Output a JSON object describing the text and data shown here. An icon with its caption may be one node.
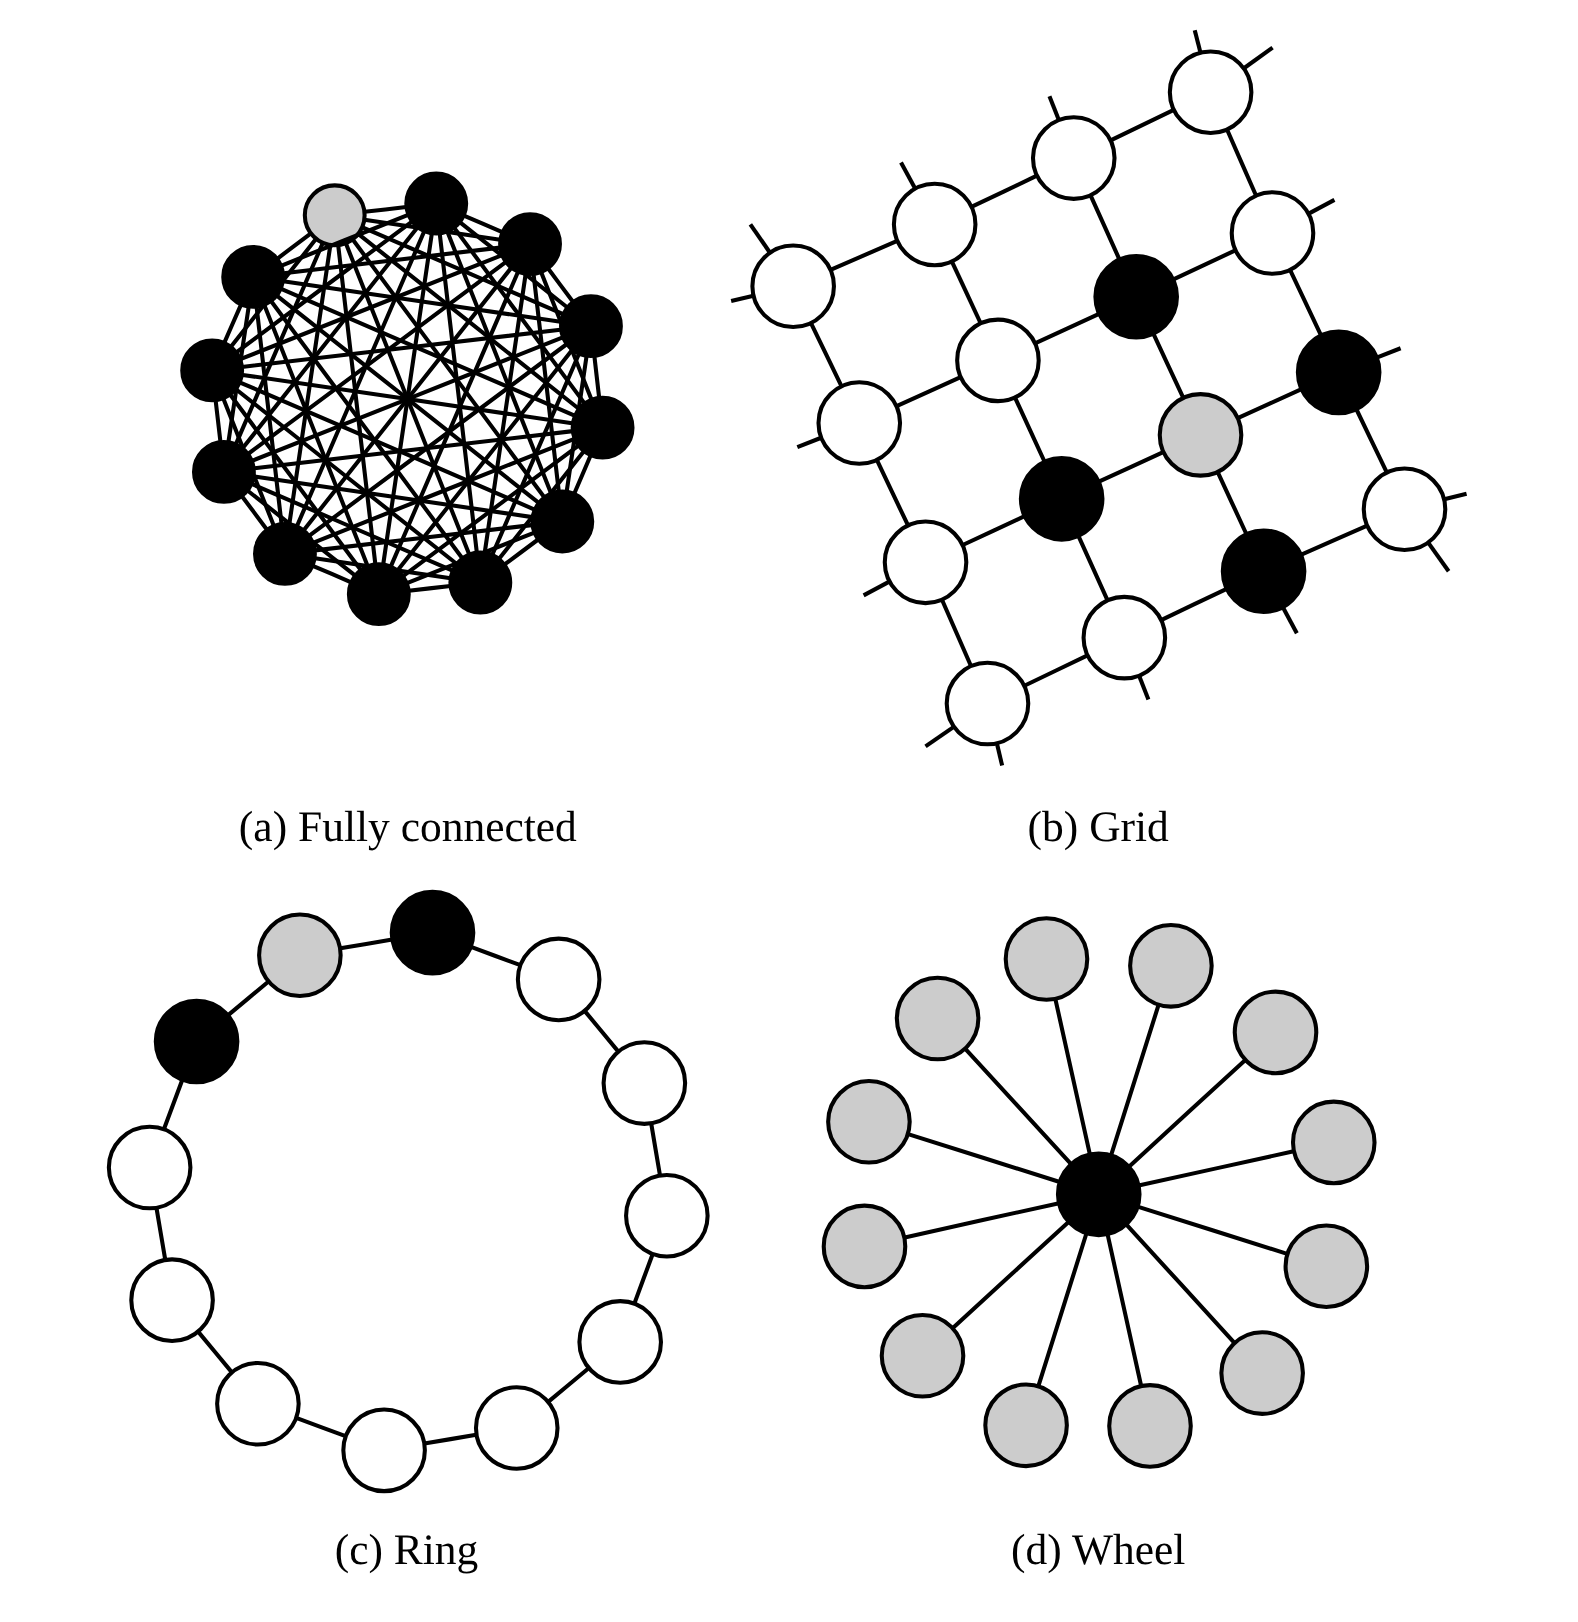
{
  "diagram": {
    "nodes": [
      {
        "text": [],
        "shape": "circle"
      },
      {
        "text": [],
        "shape": "circle"
      },
      {
        "text": [],
        "shape": "circle"
      },
      {
        "text": [],
        "shape": "circle"
      },
      {
        "text": [],
        "shape": "circle"
      },
      {
        "text": [],
        "shape": "circle"
      },
      {
        "text": [],
        "shape": "circle"
      },
      {
        "text": [],
        "shape": "circle"
      },
      {
        "text": [],
        "shape": "circle"
      },
      {
        "text": [],
        "shape": "circle"
      },
      {
        "text": [],
        "shape": "circle"
      },
      {
        "text": [],
        "shape": "circle"
      },
      {
        "text": [],
        "shape": "circle"
      },
      {
        "text": [],
        "shape": "circle"
      },
      {
        "text": [],
        "shape": "circle"
      },
      {
        "text": [],
        "shape": "circle"
      },
      {
        "text": [],
        "shape": "circle"
      },
      {
        "text": [],
        "shape": "circle"
      },
      {
        "text": [],
        "shape": "circle"
      },
      {
        "text": [],
        "shape": "circle"
      },
      {
        "text": [],
        "shape": "circle"
      },
      {
        "text": [],
        "shape": "circle"
      },
      {
        "text": [],
        "shape": "circle"
      },
      {
        "text": [],
        "shape": "circle"
      },
      {
        "text": [],
        "shape": "circle"
      },
      {
        "text": [],
        "shape": "circle"
      },
      {
        "text": [],
        "shape": "circle"
      },
      {
        "text": [],
        "shape": "circle"
      },
      {
        "text": [],
        "shape": "circle"
      },
      {
        "text": [],
        "shape": "circle"
      },
      {
        "text": [],
        "shape": "circle"
      },
      {
        "text": [],
        "shape": "circle"
      },
      {
        "text": [],
        "shape": "circle"
      },
      {
        "text": [],
        "shape": "circle"
      },
      {
        "text": [],
        "shape": "circle"
      },
      {
        "text": [],
        "shape": "circle"
      },
      {
        "text": [],
        "shape": "circle"
      },
      {
        "text": [],
        "shape": "circle"
      },
      {
        "text": [],
        "shape": "circle"
      },
      {
        "text": [],
        "shape": "circle"
      },
      {
        "text": [],
        "shape": "circle"
      },
      {
        "text": [],
        "shape": "circle"
      },
      {
        "text": [],
        "shape": "circle"
      },
      {
        "text": [],
        "shape": "circle"
      },
      {
        "text": [],
        "shape": "circle"
      },
      {
        "text": [],
        "shape": "circle"
      },
      {
        "text": [],
        "shape": "circle"
      },
      {
        "text": [],
        "shape": "circle"
      },
      {
        "text": [],
        "shape": "circle"
      },
      {
        "text": [],
        "shape": "circle"
      },
      {
        "text": [],
        "shape": "circle"
      },
      {
        "text": [],
        "shape": "circle"
      },
      {
        "text": [],
        "shape": "circle"
      }
    ],
    "edges": [
      {
        "from": 0,
        "to": 1,
        "arrow": "none"
      },
      {
        "from": 0,
        "to": 2,
        "arrow": "none"
      },
      {
        "from": 0,
        "to": 3,
        "arrow": "none"
      },
      {
        "from": 0,
        "to": 4,
        "arrow": "none"
      },
      {
        "from": 0,
        "to": 5,
        "arrow": "none"
      },
      {
        "from": 0,
        "to": 6,
        "arrow": "none"
      },
      {
        "from": 0,
        "to": 7,
        "arrow": "none"
      },
      {
        "from": 0,
        "to": 8,
        "arrow": "none"
      },
      {
        "from": 0,
        "to": 9,
        "arrow": "none"
      },
      {
        "from": 0,
        "to": 10,
        "arrow": "none"
      },
      {
        "from": 0,
        "to": 11,
        "arrow": "none"
      },
      {
        "from": 1,
        "to": 2,
        "arrow": "none"
      },
      {
        "from": 1,
        "to": 3,
        "arrow": "none"
      },
      {
        "from": 1,
        "to": 4,
        "arrow": "none"
      },
      {
        "from": 1,
        "to": 5,
        "arrow": "none"
      },
      {
        "from": 1,
        "to": 6,
        "arrow": "none"
      },
      {
        "from": 1,
        "to": 7,
        "arrow": "none"
      },
      {
        "from": 1,
        "to": 8,
        "arrow": "none"
      },
      {
        "from": 1,
        "to": 9,
        "arrow": "none"
      },
      {
        "from": 1,
        "to": 10,
        "arrow": "none"
      },
      {
        "from": 1,
        "to": 11,
        "arrow": "none"
      },
      {
        "from": 2,
        "to": 3,
        "arrow": "none"
      },
      {
        "from": 2,
        "to": 4,
        "arrow": "none"
      },
      {
        "from": 2,
        "to": 5,
        "arrow": "none"
      },
      {
        "from": 2,
        "to": 6,
        "arrow": "none"
      },
      {
        "from": 2,
        "to": 7,
        "arrow": "none"
      },
      {
        "from": 2,
        "to": 8,
        "arrow": "none"
      },
      {
        "from": 2,
        "to": 9,
        "arrow": "none"
      },
      {
        "from": 2,
        "to": 10,
        "arrow": "none"
      },
      {
        "from": 2,
        "to": 11,
        "arrow": "none"
      },
      {
        "from": 3,
        "to": 4,
        "arrow": "none"
      },
      {
        "from": 3,
        "to": 5,
        "arrow": "none"
      },
      {
        "from": 3,
        "to": 6,
        "arrow": "none"
      },
      {
        "from": 3,
        "to": 7,
        "arrow": "none"
      },
      {
        "from": 3,
        "to": 8,
        "arrow": "none"
      },
      {
        "from": 3,
        "to": 9,
        "arrow": "none"
      },
      {
        "from": 3,
        "to": 10,
        "arrow": "none"
      },
      {
        "from": 3,
        "to": 11,
        "arrow": "none"
      },
      {
        "from": 4,
        "to": 5,
        "arrow": "none"
      },
      {
        "from": 4,
        "to": 6,
        "arrow": "none"
      },
      {
        "from": 4,
        "to": 7,
        "arrow": "none"
      },
      {
        "from": 4,
        "to": 8,
        "arrow": "none"
      },
      {
        "from": 4,
        "to": 9,
        "arrow": "none"
      },
      {
        "from": 4,
        "to": 10,
        "arrow": "none"
      },
      {
        "from": 4,
        "to": 11,
        "arrow": "none"
      },
      {
        "from": 5,
        "to": 6,
        "arrow": "none"
      },
      {
        "from": 5,
        "to": 7,
        "arrow": "none"
      },
      {
        "from": 5,
        "to": 8,
        "arrow": "none"
      },
      {
        "from": 5,
        "to": 9,
        "arrow": "none"
      },
      {
        "from": 5,
        "to": 10,
        "arrow": "none"
      },
      {
        "from": 5,
        "to": 11,
        "arrow": "none"
      },
      {
        "from": 6,
        "to": 7,
        "arrow": "none"
      },
      {
        "from": 6,
        "to": 8,
        "arrow": "none"
      },
      {
        "from": 6,
        "to": 9,
        "arrow": "none"
      },
      {
        "from": 6,
        "to": 10,
        "arrow": "none"
      },
      {
        "from": 6,
        "to": 11,
        "arrow": "none"
      },
      {
        "from": 7,
        "to": 8,
        "arrow": "none"
      },
      {
        "from": 7,
        "to": 9,
        "arrow": "none"
      },
      {
        "from": 7,
        "to": 10,
        "arrow": "none"
      },
      {
        "from": 7,
        "to": 11,
        "arrow": "none"
      },
      {
        "from": 8,
        "to": 9,
        "arrow": "none"
      },
      {
        "from": 8,
        "to": 10,
        "arrow": "none"
      },
      {
        "from": 8,
        "to": 11,
        "arrow": "none"
      },
      {
        "from": 9,
        "to": 10,
        "arrow": "none"
      },
      {
        "from": 9,
        "to": 11,
        "arrow": "none"
      },
      {
        "from": 10,
        "to": 11,
        "arrow": "none"
      },
      {
        "from": 12,
        "to": 13,
        "arrow": "none"
      },
      {
        "from": 13,
        "to": 14,
        "arrow": "none"
      },
      {
        "from": 14,
        "to": 15,
        "arrow": "none"
      },
      {
        "from": 16,
        "to": 17,
        "arrow": "none"
      },
      {
        "from": 17,
        "to": 18,
        "arrow": "none"
      },
      {
        "from": 18,
        "to": 19,
        "arrow": "none"
      },
      {
        "from": 20,
        "to": 21,
        "arrow": "none"
      },
      {
        "from": 21,
        "to": 22,
        "arrow": "none"
      },
      {
        "from": 22,
        "to": 23,
        "arrow": "none"
      },
      {
        "from": 24,
        "to": 25,
        "arrow": "none"
      },
      {
        "from": 25,
        "to": 26,
        "arrow": "none"
      },
      {
        "from": 26,
        "to": 27,
        "arrow": "none"
      },
      {
        "from": 12,
        "to": 16,
        "arrow": "none"
      },
      {
        "from": 16,
        "to": 20,
        "arrow": "none"
      },
      {
        "from": 20,
        "to": 24,
        "arrow": "none"
      },
      {
        "from": 13,
        "to": 17,
        "arrow": "none"
      },
      {
        "from": 17,
        "to": 21,
        "arrow": "none"
      },
      {
        "from": 21,
        "to": 25,
        "arrow": "none"
      },
      {
        "from": 14,
        "to": 18,
        "arrow": "none"
      },
      {
        "from": 18,
        "to": 22,
        "arrow": "none"
      },
      {
        "from": 22,
        "to": 26,
        "arrow": "none"
      },
      {
        "from": 15,
        "to": 19,
        "arrow": "none"
      },
      {
        "from": 19,
        "to": 23,
        "arrow": "none"
      },
      {
        "from": 23,
        "to": 27,
        "arrow": "none"
      },
      {
        "from": null,
        "to": 12,
        "arrow": "none"
      },
      {
        "from": null,
        "to": 13,
        "arrow": "none"
      },
      {
        "from": null,
        "to": 14,
        "arrow": "none"
      },
      {
        "from": null,
        "to": 15,
        "arrow": "none"
      },
      {
        "from": null,
        "to": 12,
        "arrow": "none"
      },
      {
        "from": null,
        "to": 16,
        "arrow": "none"
      },
      {
        "from": null,
        "to": 20,
        "arrow": "none"
      },
      {
        "from": null,
        "to": 24,
        "arrow": "none"
      },
      {
        "from": null,
        "to": 15,
        "arrow": "none"
      },
      {
        "from": null,
        "to": 19,
        "arrow": "none"
      },
      {
        "from": null,
        "to": 23,
        "arrow": "none"
      },
      {
        "from": null,
        "to": 27,
        "arrow": "none"
      },
      {
        "from": null,
        "to": 24,
        "arrow": "none"
      },
      {
        "from": null,
        "to": 25,
        "arrow": "none"
      },
      {
        "from": null,
        "to": 26,
        "arrow": "none"
      },
      {
        "from": null,
        "to": 27,
        "arrow": "none"
      },
      {
        "from": 28,
        "to": 29,
        "arrow": "none"
      },
      {
        "from": 29,
        "to": 30,
        "arrow": "none"
      },
      {
        "from": 30,
        "to": 31,
        "arrow": "none"
      },
      {
        "from": 31,
        "to": 32,
        "arrow": "none"
      },
      {
        "from": 32,
        "to": 33,
        "arrow": "none"
      },
      {
        "from": 33,
        "to": 34,
        "arrow": "none"
      },
      {
        "from": 34,
        "to": 35,
        "arrow": "none"
      },
      {
        "from": 35,
        "to": 36,
        "arrow": "none"
      },
      {
        "from": 36,
        "to": 37,
        "arrow": "none"
      },
      {
        "from": 37,
        "to": 38,
        "arrow": "none"
      },
      {
        "from": 38,
        "to": 39,
        "arrow": "none"
      },
      {
        "from": 39,
        "to": 28,
        "arrow": "none"
      },
      {
        "from": 40,
        "to": 41,
        "arrow": "none"
      },
      {
        "from": 40,
        "to": 42,
        "arrow": "none"
      },
      {
        "from": 40,
        "to": 43,
        "arrow": "none"
      },
      {
        "from": 40,
        "to": 44,
        "arrow": "none"
      },
      {
        "from": 40,
        "to": 45,
        "arrow": "none"
      },
      {
        "from": 40,
        "to": 46,
        "arrow": "none"
      },
      {
        "from": 40,
        "to": 47,
        "arrow": "none"
      },
      {
        "from": 40,
        "to": 48,
        "arrow": "none"
      },
      {
        "from": 40,
        "to": 49,
        "arrow": "none"
      },
      {
        "from": 40,
        "to": 50,
        "arrow": "none"
      },
      {
        "from": 40,
        "to": 51,
        "arrow": "none"
      },
      {
        "from": 40,
        "to": 52,
        "arrow": "none"
      }
    ],
    "labels": [
      "(a) Fully connected",
      "(b) Grid",
      "(c) Ring",
      "(d) Wheel"
    ]
  }
}
